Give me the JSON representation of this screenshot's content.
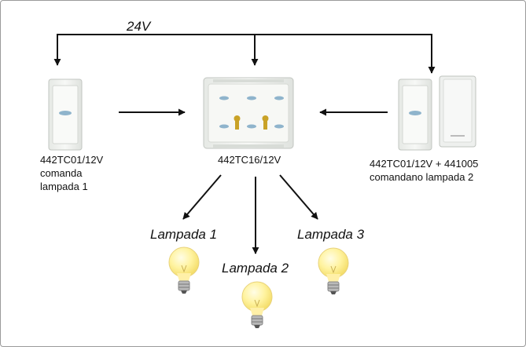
{
  "bus_label": "24V",
  "devices": {
    "left": {
      "code": "442TC01/12V",
      "desc_line1": "comanda",
      "desc_line2": "lampada 1"
    },
    "center": {
      "code": "442TC16/12V"
    },
    "right": {
      "code": "442TC01/12V + 441005",
      "desc": "comandano lampada 2"
    }
  },
  "lamps": [
    "Lampada 1",
    "Lampada 2",
    "Lampada 3"
  ],
  "colors": {
    "line": "#111111",
    "bulb": "#fff3a0",
    "device": "#f2f4f1"
  }
}
